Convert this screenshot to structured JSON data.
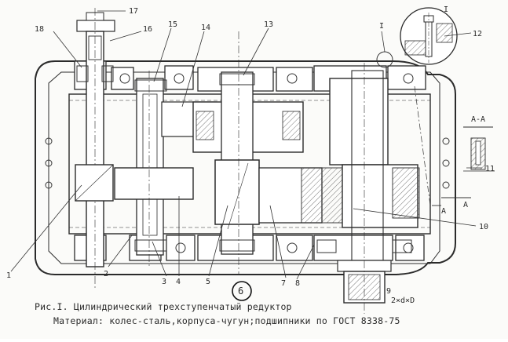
{
  "figure": {
    "caption": "Рис.I. Цилиндрический трехступенчатый редуктор",
    "materials": "Материал: колес-сталь,корпуса-чугун;подшипники по ГОСТ 8338-75",
    "view_marker": "I",
    "section_title": "А-А",
    "section_mark_left": "А",
    "section_mark_right": "А",
    "bolt_note": "2×d×D",
    "callouts": {
      "c1": "1",
      "c2": "2",
      "c3": "3",
      "c4": "4",
      "c5": "5",
      "c6": "6",
      "c7": "7",
      "c8": "8",
      "c9": "9",
      "c10": "10",
      "c11": "11",
      "c12": "12",
      "c13": "13",
      "c14": "14",
      "c15": "15",
      "c16": "16",
      "c17": "17",
      "c18": "18"
    }
  }
}
